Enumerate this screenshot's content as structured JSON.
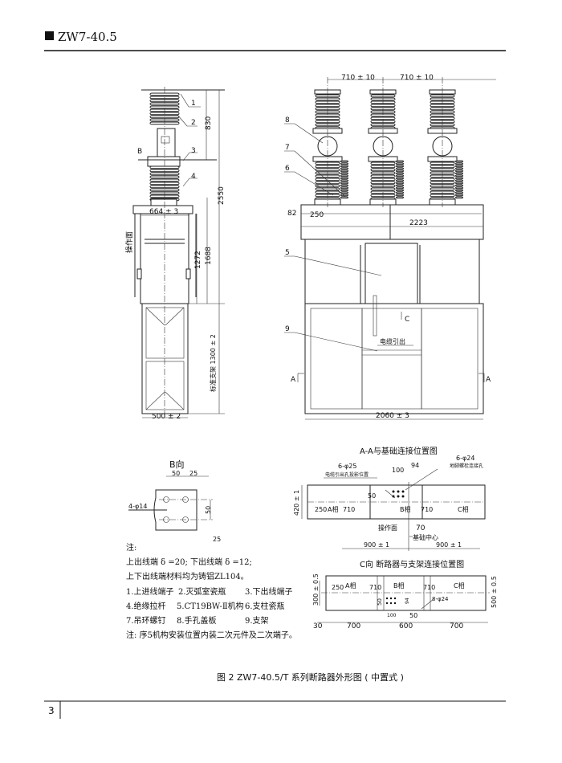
{
  "header": {
    "title": "ZW7-40.5"
  },
  "side_view": {
    "label_operating_face": "操作面",
    "part_numbers": [
      "1",
      "2",
      "3",
      "4"
    ],
    "b_label": "B",
    "dims": {
      "top": "830",
      "total": "2550",
      "cabinet_h": "1688",
      "inner_h": "1272",
      "width": "664 ± 3",
      "frame": "标准支架 1300 ± 2",
      "frame_w": "500 ± 2"
    }
  },
  "front_view": {
    "pitch1": "710 ± 10",
    "pitch2": "710 ± 10",
    "part_numbers": [
      "8",
      "7",
      "6",
      "5",
      "9"
    ],
    "dims": {
      "d82": "82",
      "d250": "250",
      "d2223": "2223",
      "d2060": "2060 ± 3"
    },
    "c_label": "C",
    "cable_label": "电缆引出",
    "section_left": "A",
    "section_right": "A"
  },
  "b_view": {
    "title": "B向",
    "d50": "50",
    "d25": "25",
    "holes": "4-φ14",
    "v50": "50",
    "v25": "25"
  },
  "notes": {
    "heading": "注:",
    "lines": [
      "上出线端 δ =20;  下出线端 δ =12;",
      "上下出线端材料均为铸铝ZL104。"
    ],
    "parts": [
      [
        "1.上进线端子",
        "2.灭弧室瓷瓶",
        "3.下出线端子"
      ],
      [
        "4.绝缘拉杆",
        "5.CT19BW-Ⅱ机构",
        "6.支柱瓷瓶"
      ],
      [
        "7.吊环螺钉",
        "8.手孔盖板",
        "9.支架"
      ]
    ],
    "footnote": "注: 序5机构安装位置内装二次元件及二次端子。"
  },
  "aa_view": {
    "title": "A-A与基础连接位置图",
    "holes_left": "6-φ25",
    "holes_left_desc": "电缆引出孔投影位置",
    "holes_right": "6-φ24",
    "holes_right_desc": "地脚螺栓连接孔",
    "d100": "100",
    "d94": "94",
    "d50": "50",
    "d420": "420 ± 1",
    "d250": "250",
    "phase_a": "A相",
    "d710a": "710",
    "phase_b": "B相",
    "d710b": "710",
    "phase_c": "C相",
    "op_face": "操作面",
    "d70": "70",
    "center": "基础中心",
    "d900a": "900 ± 1",
    "d900b": "900 ± 1"
  },
  "c_view": {
    "title": "C向 断路器与支架连接位置图",
    "d300": "300 ± 0.5",
    "d500": "500 ± 0.5",
    "d250": "250",
    "phase_a": "A相",
    "d710a": "710",
    "phase_b": "B相",
    "d710b": "710",
    "phase_c": "C相",
    "holes": "8-φ24",
    "d50v": "50",
    "d94": "94",
    "d100": "100",
    "d50": "50",
    "d30": "30",
    "d700a": "700",
    "d600": "600",
    "d700b": "700"
  },
  "caption": "图 2 ZW7-40.5/T 系列断路器外形图 ( 中置式 )",
  "footer": {
    "page": "3"
  }
}
